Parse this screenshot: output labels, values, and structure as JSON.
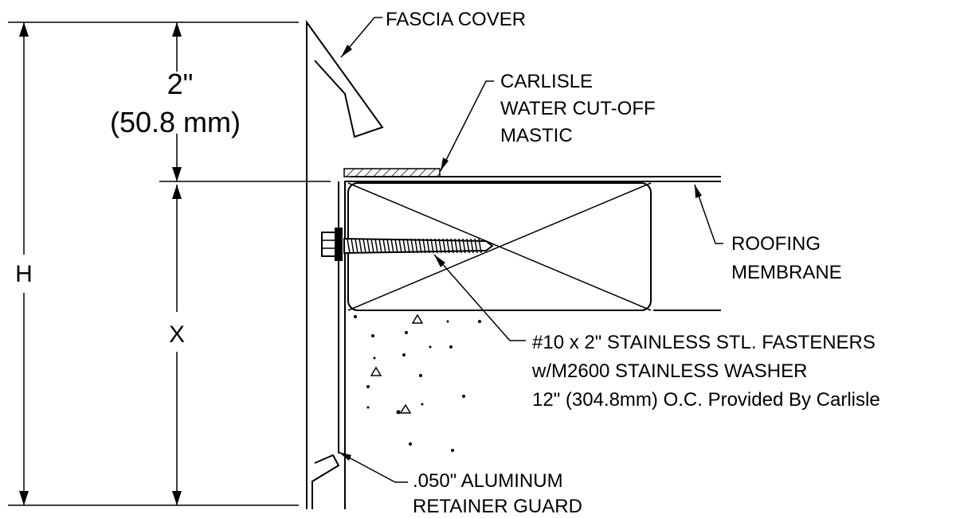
{
  "labels": {
    "fascia_cover": "FASCIA COVER",
    "dim_2in": "2\"",
    "dim_mm": "(50.8 mm)",
    "dim_h": "H",
    "dim_x": "X",
    "mastic_line1": "CARLISLE",
    "mastic_line2": "WATER CUT-OFF",
    "mastic_line3": "MASTIC",
    "roofing_line1": "ROOFING",
    "roofing_line2": "MEMBRANE",
    "fastener_line1": "#10 x 2\" STAINLESS STL. FASTENERS",
    "fastener_line2": "w/M2600 STAINLESS WASHER",
    "fastener_line3": "12\" (304.8mm) O.C. Provided By Carlisle",
    "retainer_line1": ".050\" ALUMINUM",
    "retainer_line2": "RETAINER GUARD"
  }
}
